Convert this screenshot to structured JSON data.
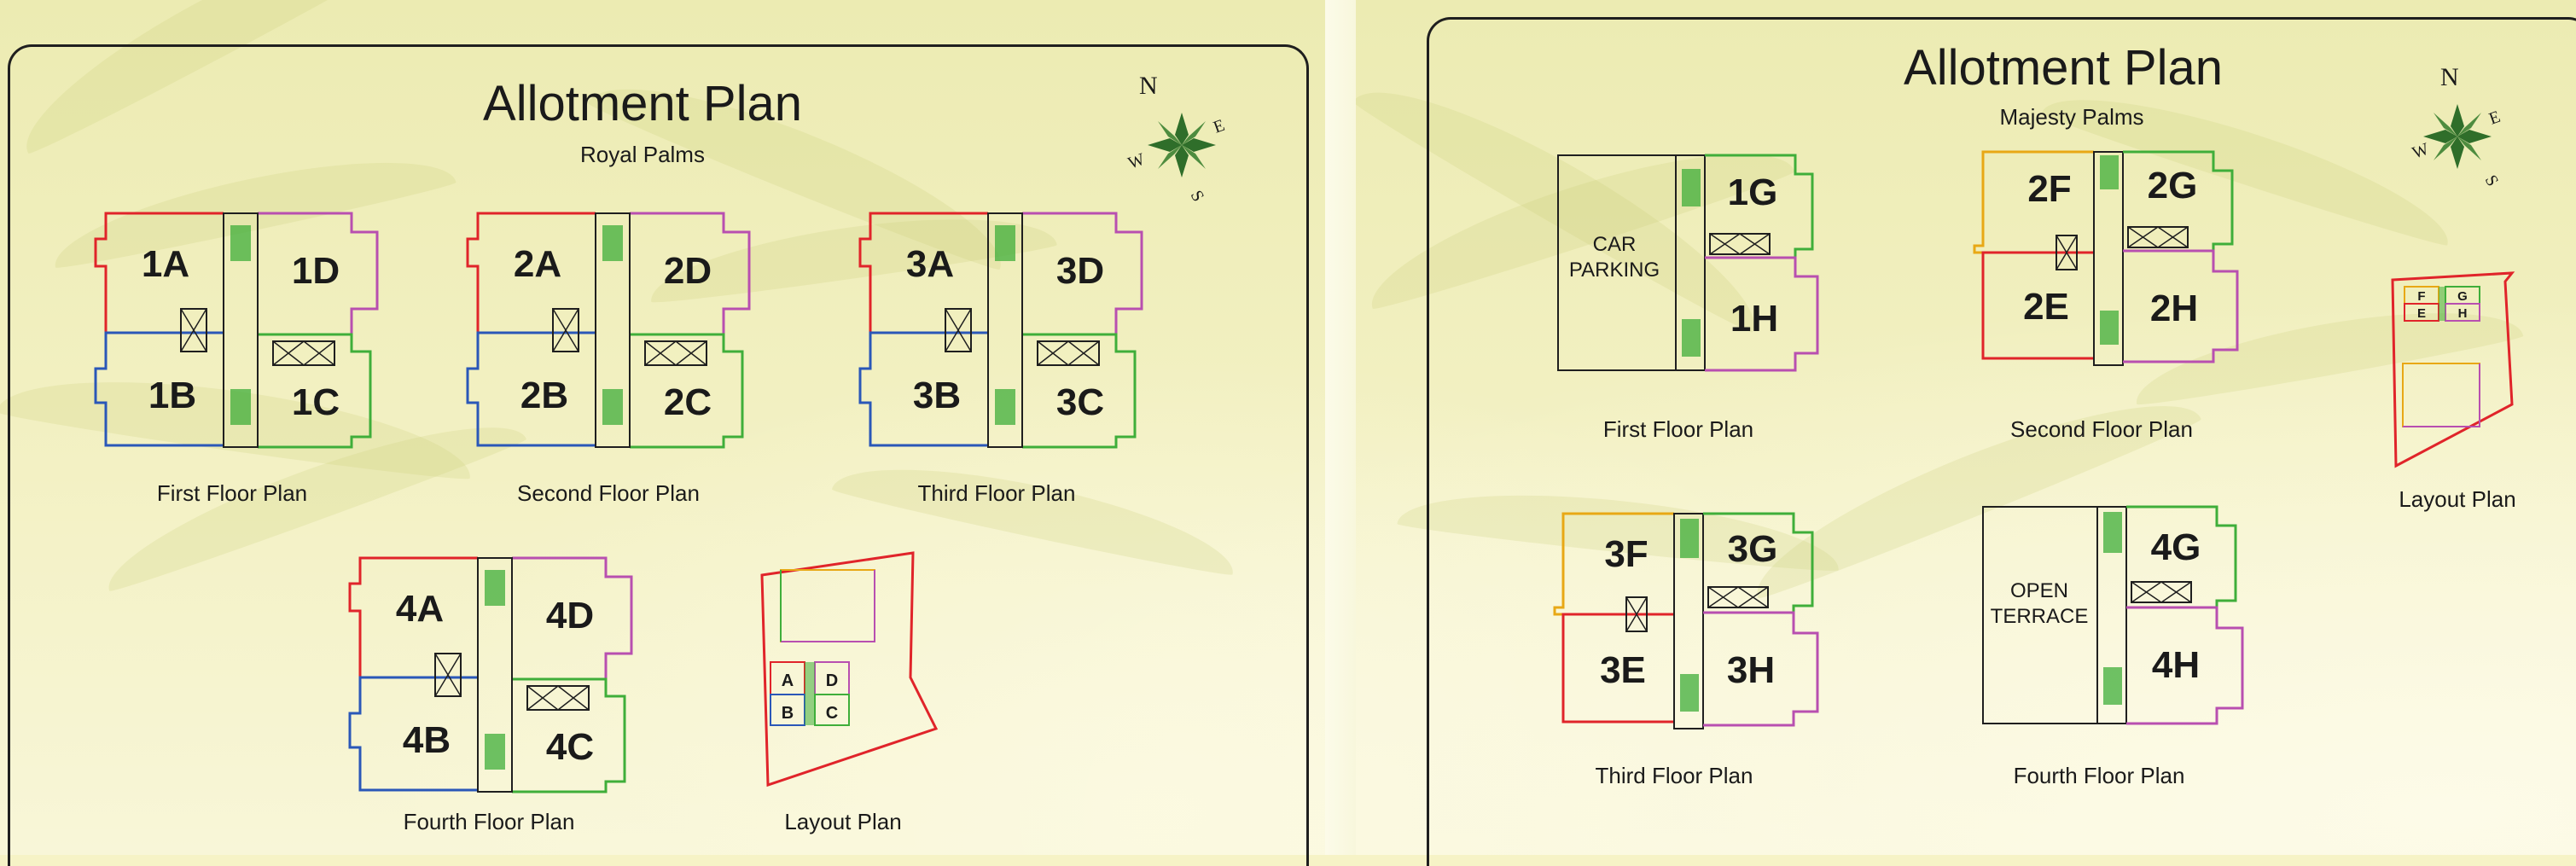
{
  "left_panel": {
    "title": "Allotment Plan",
    "subtitle": "Royal Palms",
    "floors": [
      {
        "caption": "First Floor Plan",
        "units": [
          "1A",
          "1D",
          "1B",
          "1C"
        ]
      },
      {
        "caption": "Second Floor Plan",
        "units": [
          "2A",
          "2D",
          "2B",
          "2C"
        ]
      },
      {
        "caption": "Third Floor Plan",
        "units": [
          "3A",
          "3D",
          "3B",
          "3C"
        ]
      },
      {
        "caption": "Fourth Floor Plan",
        "units": [
          "4A",
          "4D",
          "4B",
          "4C"
        ]
      }
    ],
    "layout": {
      "caption": "Layout Plan",
      "units": [
        "A",
        "D",
        "B",
        "C"
      ]
    },
    "compass": {
      "n": "N",
      "e": "E",
      "w": "W",
      "s": "S"
    }
  },
  "right_panel": {
    "title": "Allotment Plan",
    "subtitle": "Majesty Palms",
    "floors": [
      {
        "caption": "First Floor Plan",
        "units": [
          "1G",
          "1H"
        ],
        "area_label_1": "CAR",
        "area_label_2": "PARKING"
      },
      {
        "caption": "Second Floor Plan",
        "units": [
          "2F",
          "2G",
          "2E",
          "2H"
        ]
      },
      {
        "caption": "Third Floor Plan",
        "units": [
          "3F",
          "3G",
          "3E",
          "3H"
        ]
      },
      {
        "caption": "Fourth Floor Plan",
        "units": [
          "4G",
          "4H"
        ],
        "area_label_1": "OPEN",
        "area_label_2": "TERRACE"
      }
    ],
    "layout": {
      "caption": "Layout Plan",
      "units": [
        "F",
        "G",
        "E",
        "H"
      ]
    },
    "compass": {
      "n": "N",
      "e": "E",
      "w": "W",
      "s": "S"
    }
  },
  "colors": {
    "unit_a": "#e0242a",
    "unit_b": "#2a57b8",
    "unit_c": "#3fae3a",
    "unit_d": "#b84fb0",
    "unit_f": "#e8a815",
    "unit_g": "#3fae3a",
    "unit_e": "#e0242a",
    "unit_h": "#b84fb0",
    "stair": "#3fae3a",
    "frame": "#1f1f1f",
    "compass": "#2f6e2a"
  }
}
